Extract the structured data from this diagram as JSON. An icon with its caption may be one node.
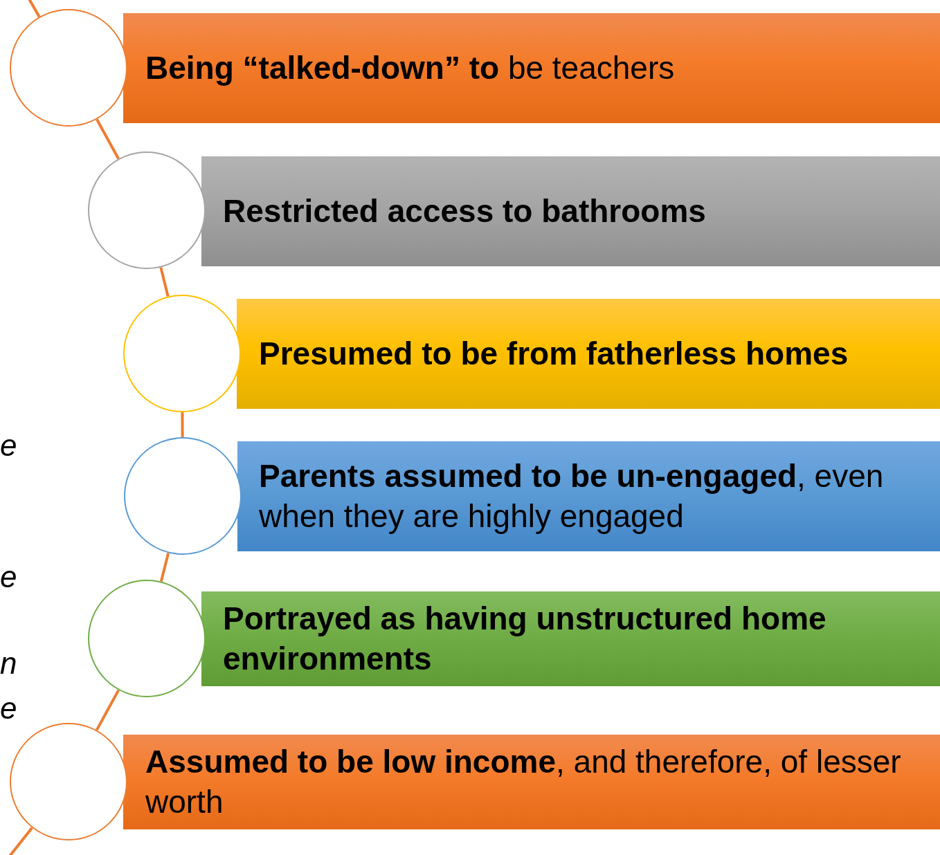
{
  "diagram": {
    "nodes": [
      {
        "text": [],
        "shape": "circle"
      },
      {
        "text": [
          "**Being “talked-down” to** be teachers"
        ]
      },
      {
        "text": [],
        "shape": "circle"
      },
      {
        "text": [
          "Restricted access to bathrooms"
        ]
      },
      {
        "text": [],
        "shape": "circle"
      },
      {
        "text": [
          "Presumed to be from fatherless homes"
        ]
      },
      {
        "text": [],
        "shape": "circle"
      },
      {
        "text": [
          "**Parents assumed to be un-engaged**, even when they are highly engaged"
        ]
      },
      {
        "text": [],
        "shape": "circle"
      },
      {
        "text": [
          "Portrayed as having unstructured home environments"
        ]
      },
      {
        "text": [],
        "shape": "circle"
      },
      {
        "text": [
          "**Assumed to be low income**, and therefore, of lesser worth"
        ]
      }
    ],
    "edges": [
      {
        "from": null,
        "to": 0,
        "arrow": "none"
      },
      {
        "from": 0,
        "to": 2,
        "arrow": "none"
      },
      {
        "from": 2,
        "to": 4,
        "arrow": "none"
      },
      {
        "from": 4,
        "to": 6,
        "arrow": "none"
      },
      {
        "from": 6,
        "to": 8,
        "arrow": "none"
      },
      {
        "from": 8,
        "to": 10,
        "arrow": "none"
      },
      {
        "from": 10,
        "to": null,
        "arrow": "none"
      }
    ],
    "labels": [
      "e",
      "e",
      "n",
      "e"
    ]
  }
}
